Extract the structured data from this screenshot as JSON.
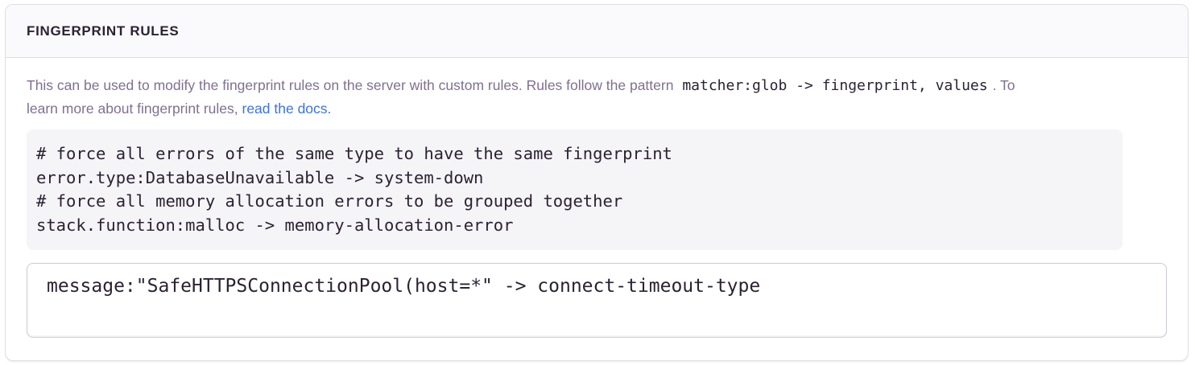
{
  "panel": {
    "title": "FINGERPRINT RULES",
    "description": {
      "line1_text": "This can be used to modify the fingerprint rules on the server with custom rules. Rules follow the pattern ",
      "pattern_code": "matcher:glob -> fingerprint, values",
      "line1_tail": ". To",
      "line2_text": "learn more about fingerprint rules, ",
      "link_label": "read the docs",
      "link_suffix": "."
    },
    "code_example_lines": [
      "# force all errors of the same type to have the same fingerprint",
      "error.type:DatabaseUnavailable -> system-down",
      "# force all memory allocation errors to be grouped together",
      "stack.function:malloc -> memory-allocation-error"
    ],
    "rules_input": {
      "value": "message:\"SafeHTTPSConnectionPool(host=*\" -> connect-timeout-type"
    }
  },
  "colors": {
    "link_blue": "#3c74dd",
    "heading_text": "#2b2233",
    "body_text": "#80708f",
    "panel_border": "#e0dce5",
    "header_background": "#faf9fb",
    "code_block_background": "#f5f4f7"
  }
}
